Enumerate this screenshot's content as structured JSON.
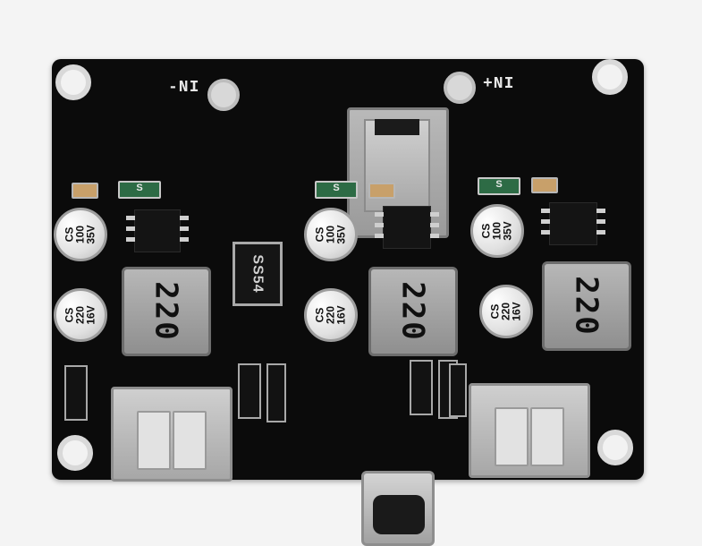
{
  "silk_labels": {
    "neg_in": "-NI",
    "pos_in": "+NI"
  },
  "capacitors": {
    "cap_100_text": "CS\n100\n35V",
    "cap_220_text": "CS\n220\n16V"
  },
  "inductors": {
    "label": "220"
  },
  "diode": {
    "label": "SS54"
  },
  "tiny_caps": {
    "green_label": "S"
  }
}
